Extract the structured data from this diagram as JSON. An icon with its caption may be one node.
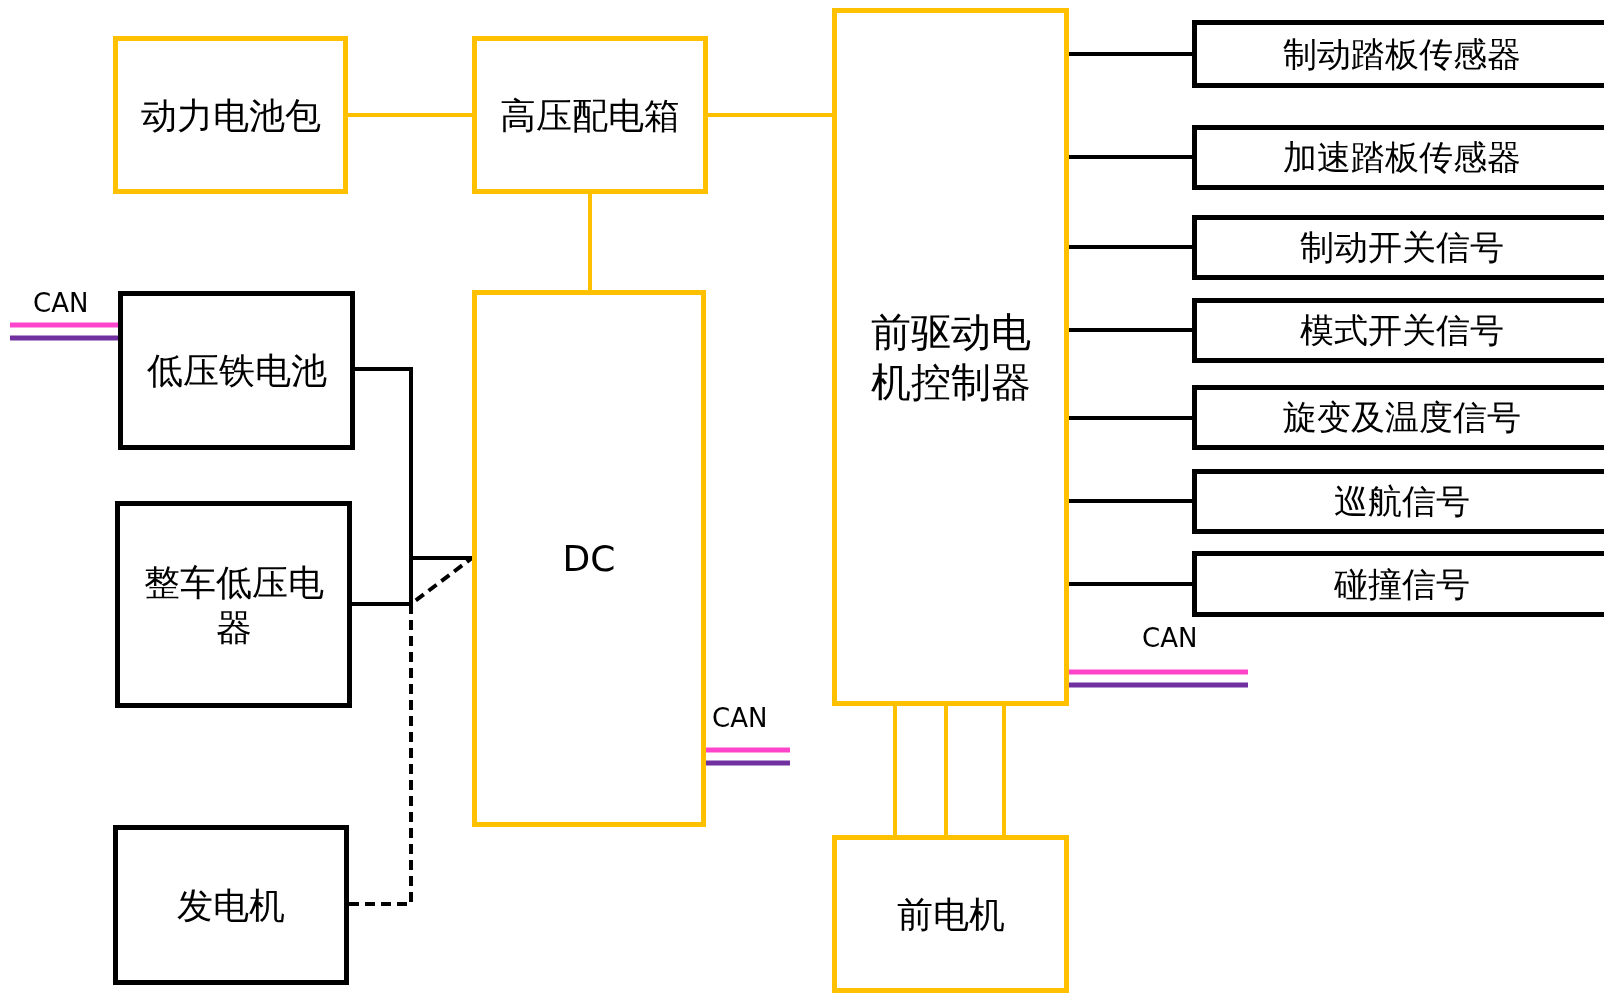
{
  "diagram": {
    "nodes": [
      {
        "text": [
          "动力电池包"
        ]
      },
      {
        "text": [
          "高压配电箱"
        ]
      },
      {
        "text": [
          "前驱动电机控制器"
        ]
      },
      {
        "text": [
          "制动踏板传感器"
        ]
      },
      {
        "text": [
          "加速踏板传感器"
        ]
      },
      {
        "text": [
          "制动开关信号"
        ]
      },
      {
        "text": [
          "模式开关信号"
        ]
      },
      {
        "text": [
          "旋变及温度信号"
        ]
      },
      {
        "text": [
          "巡航信号"
        ]
      },
      {
        "text": [
          "碰撞信号"
        ]
      },
      {
        "text": [
          "低压铁电池"
        ]
      },
      {
        "text": [
          "整车低压电器"
        ]
      },
      {
        "text": [
          "DC"
        ]
      },
      {
        "text": [
          "发电机"
        ]
      },
      {
        "text": [
          "前电机"
        ]
      }
    ],
    "edges": [
      {
        "from": 0,
        "to": 1,
        "arrow": "none",
        "color": "#ffc000"
      },
      {
        "from": 1,
        "to": 2,
        "arrow": "none",
        "color": "#ffc000"
      },
      {
        "from": 1,
        "to": 12,
        "arrow": "none",
        "color": "#ffc000"
      },
      {
        "from": 2,
        "to": 3,
        "arrow": "none"
      },
      {
        "from": 2,
        "to": 4,
        "arrow": "none"
      },
      {
        "from": 2,
        "to": 5,
        "arrow": "none"
      },
      {
        "from": 2,
        "to": 6,
        "arrow": "none"
      },
      {
        "from": 2,
        "to": 7,
        "arrow": "none"
      },
      {
        "from": 2,
        "to": 8,
        "arrow": "none"
      },
      {
        "from": 2,
        "to": 9,
        "arrow": "none"
      },
      {
        "from": 10,
        "to": 12,
        "arrow": "none"
      },
      {
        "from": 11,
        "to": 12,
        "arrow": "none"
      },
      {
        "from": 13,
        "to": 12,
        "arrow": "none",
        "style": "dashed"
      },
      {
        "from": 2,
        "to": 14,
        "arrow": "none",
        "color": "#ffc000"
      },
      {
        "from": 2,
        "to": 14,
        "arrow": "none",
        "color": "#ffc000"
      },
      {
        "from": 2,
        "to": 14,
        "arrow": "none",
        "color": "#ffc000"
      }
    ],
    "labels": [
      "CAN",
      "CAN",
      "CAN"
    ]
  }
}
